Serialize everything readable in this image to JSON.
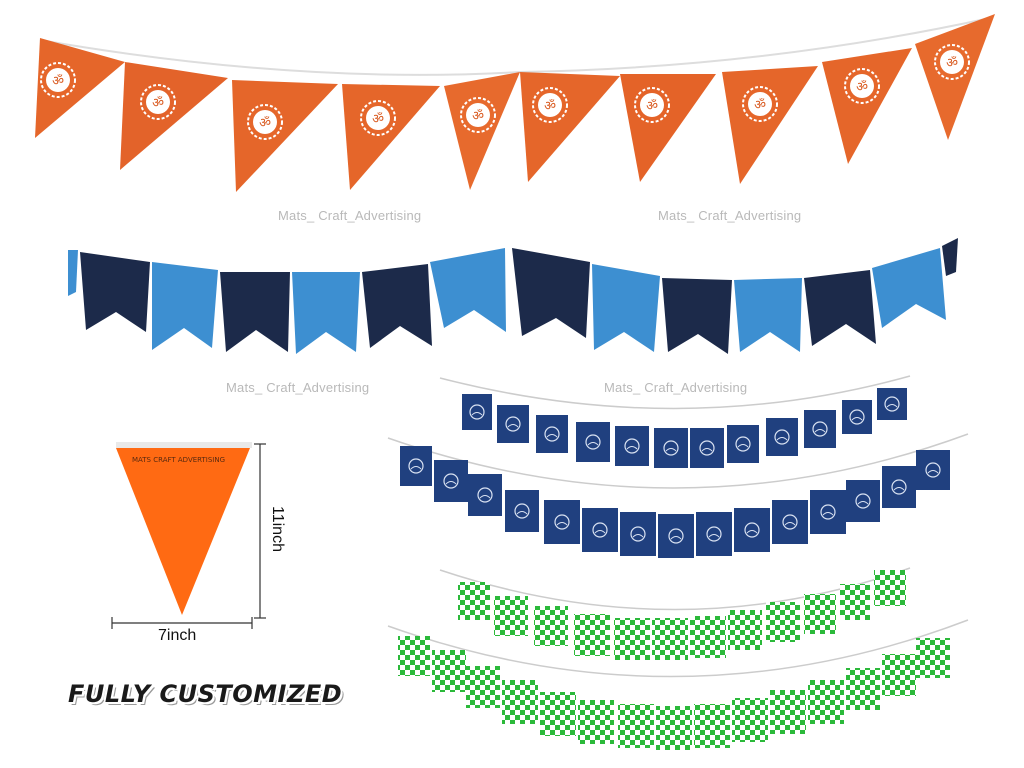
{
  "watermarks": [
    "Mats_ Craft_Advertising",
    "Mats_ Craft_Advertising",
    "Mats_ Craft_Advertising",
    "Mats_ Craft_Advertising"
  ],
  "sample_flag": {
    "brand_text": "MATS CRAFT ADVERTISING",
    "width_label": "7inch",
    "height_label": "11inch",
    "color": "#ff6a13"
  },
  "badge_text": "FULLY CUSTOMIZED",
  "colors": {
    "saffron": "#e5662a",
    "saffron_dark": "#c7521c",
    "navy": "#1c2a4a",
    "sky": "#3d8fd1",
    "royal": "#20407f",
    "green": "#2bb93a"
  },
  "icons": [
    "om-sun-icon",
    "laurel-emblem-icon",
    "checker-pattern"
  ]
}
